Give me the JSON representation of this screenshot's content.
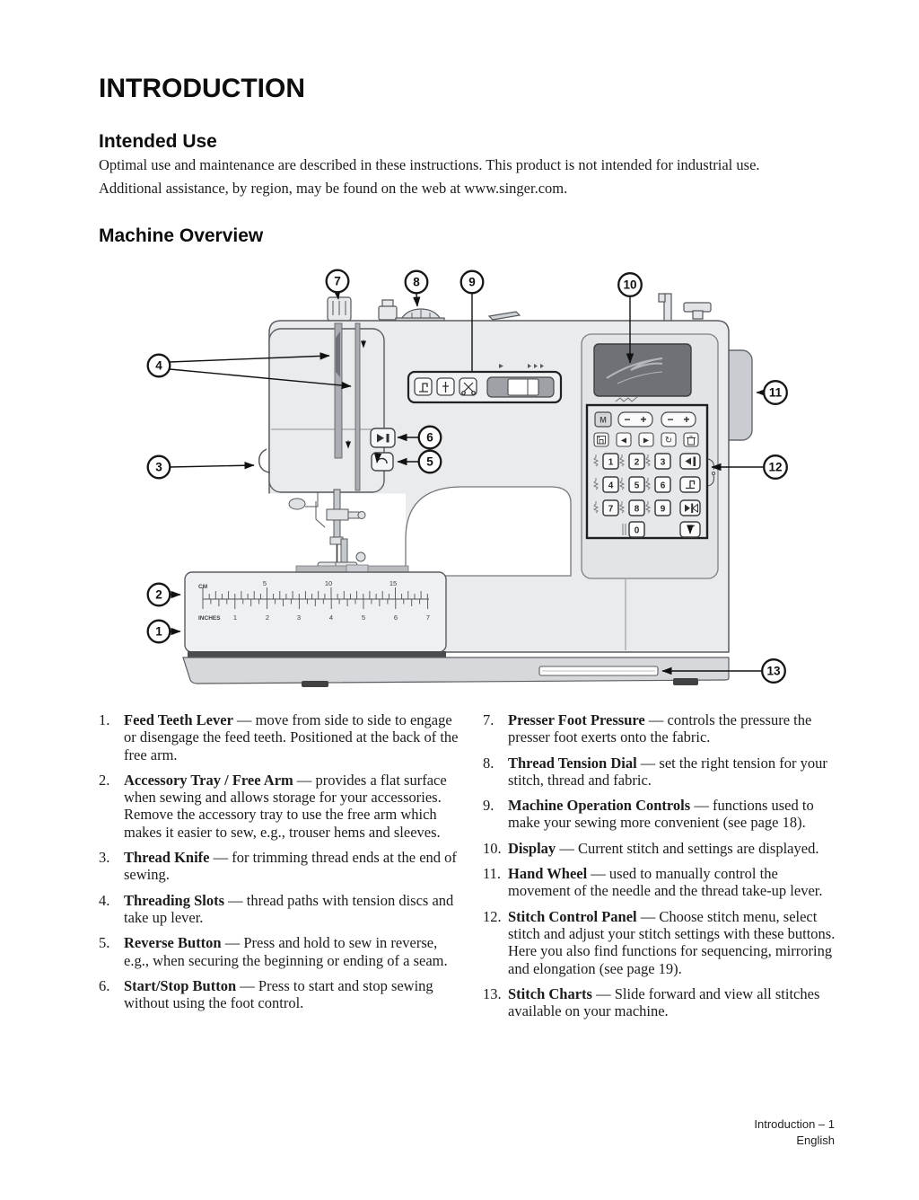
{
  "page": {
    "title": "INTRODUCTION",
    "footer": {
      "line1": "Introduction – 1",
      "line2": "English"
    }
  },
  "intended_use": {
    "heading": "Intended Use",
    "para1": "Optimal use and maintenance are described in these instructions. This product is not intended for industrial use.",
    "para2": "Additional assistance, by region, may be found on the web at www.singer.com."
  },
  "machine_overview": {
    "heading": "Machine Overview"
  },
  "legend": {
    "left": [
      {
        "n": "1.",
        "term": "Feed Teeth Lever",
        "desc": " — move from side to side to engage or disengage the feed teeth. Positioned at the back of the free arm."
      },
      {
        "n": "2.",
        "term": "Accessory Tray / Free Arm",
        "desc": " — provides a flat surface when sewing and allows storage for your accessories. Remove the accessory tray to use the free arm which makes it easier to sew, e.g., trouser hems and sleeves."
      },
      {
        "n": "3.",
        "term": "Thread Knife",
        "desc": " — for trimming thread ends at the end of sewing."
      },
      {
        "n": "4.",
        "term": "Threading Slots",
        "desc": " — thread paths with tension discs and take up lever."
      },
      {
        "n": "5.",
        "term": "Reverse Button",
        "desc": " — Press and hold to sew in reverse, e.g., when securing the beginning or ending of a seam."
      },
      {
        "n": "6.",
        "term": "Start/Stop Button",
        "desc": " — Press to start and stop sewing without using the foot control."
      }
    ],
    "right": [
      {
        "n": "7.",
        "term": "Presser Foot Pressure",
        "desc": " — controls the pressure the presser foot exerts onto the fabric."
      },
      {
        "n": "8.",
        "term": "Thread Tension Dial",
        "desc": " — set the right tension for your stitch, thread and fabric."
      },
      {
        "n": "9.",
        "term": "Machine Operation Controls",
        "desc": " — functions used to make your sewing more convenient (see page 18)."
      },
      {
        "n": "10.",
        "term": "Display",
        "desc": " — Current stitch and settings are displayed."
      },
      {
        "n": "11.",
        "term": "Hand Wheel",
        "desc": " — used to manually control the movement of the needle and the thread take-up lever."
      },
      {
        "n": "12.",
        "term": "Stitch Control Panel",
        "desc": " — Choose stitch menu, select stitch and adjust your stitch settings with these buttons. Here you also find functions for sequencing, mirroring and elongation (see page 19)."
      },
      {
        "n": "13.",
        "term": "Stitch Charts",
        "desc": " — Slide forward and view all stitches available on your machine."
      }
    ]
  },
  "diagram": {
    "callouts": [
      "1",
      "2",
      "3",
      "4",
      "5",
      "6",
      "7",
      "8",
      "9",
      "10",
      "11",
      "12",
      "13"
    ],
    "ruler": {
      "cm_label": "CM",
      "inch_label": "INCHES",
      "cm_numbers": [
        "5",
        "10",
        "15"
      ],
      "inch_numbers": [
        "1",
        "2",
        "3",
        "4",
        "5",
        "6",
        "7"
      ]
    },
    "keypad": {
      "digits": [
        "1",
        "2",
        "3",
        "4",
        "5",
        "6",
        "7",
        "8",
        "9",
        "0"
      ],
      "m_label": "M",
      "minus": "−",
      "plus": "+",
      "icons": {
        "prev": "◀",
        "next": "▶",
        "repeat": "↻"
      }
    }
  }
}
